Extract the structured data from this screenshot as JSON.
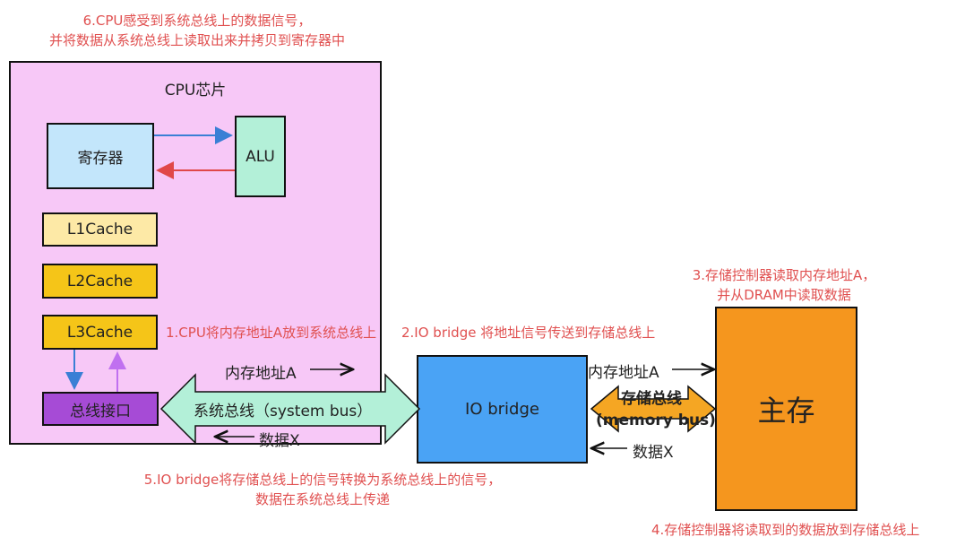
{
  "annotations": {
    "step6_line1": "6.CPU感受到系统总线上的数据信号，",
    "step6_line2": "并将数据从系统总线上读取出来并拷贝到寄存器中",
    "step1": "1.CPU将内存地址A放到系统总线上",
    "step2": "2.IO bridge 将地址信号传送到存储总线上",
    "step3_line1": "3.存储控制器读取内存地址A，",
    "step3_line2": "并从DRAM中读取数据",
    "step4": "4.存储控制器将读取到的数据放到存储总线上",
    "step5_line1": "5.IO bridge将存储总线上的信号转换为系统总线上的信号，",
    "step5_line2": "数据在系统总线上传递"
  },
  "cpu": {
    "title": "CPU芯片",
    "register": "寄存器",
    "alu": "ALU",
    "l1": "L1Cache",
    "l2": "L2Cache",
    "l3": "L3Cache",
    "bus_interface": "总线接口"
  },
  "system_bus": {
    "label": "系统总线（system bus）",
    "address": "内存地址A",
    "data": "数据X"
  },
  "io_bridge": {
    "label": "IO bridge"
  },
  "memory_bus": {
    "label_cn": "存储总线",
    "label_en": "(memory bus)",
    "address": "内存地址A",
    "data": "数据X"
  },
  "main_memory": {
    "label": "主存"
  },
  "colors": {
    "cpu_fill": "#f7c8f7",
    "register_fill": "#c3e6fb",
    "alu_fill": "#b3f0d8",
    "l1_fill": "#fde9a6",
    "l2_fill": "#f5c518",
    "l3_fill": "#f5c518",
    "bus_interface_fill": "#a64bd6",
    "system_bus_fill": "#b3f0d8",
    "io_bridge_fill": "#4aa3f5",
    "memory_bus_fill": "#f5a623",
    "main_memory_fill": "#f5961e",
    "annotation": "#e05050"
  }
}
